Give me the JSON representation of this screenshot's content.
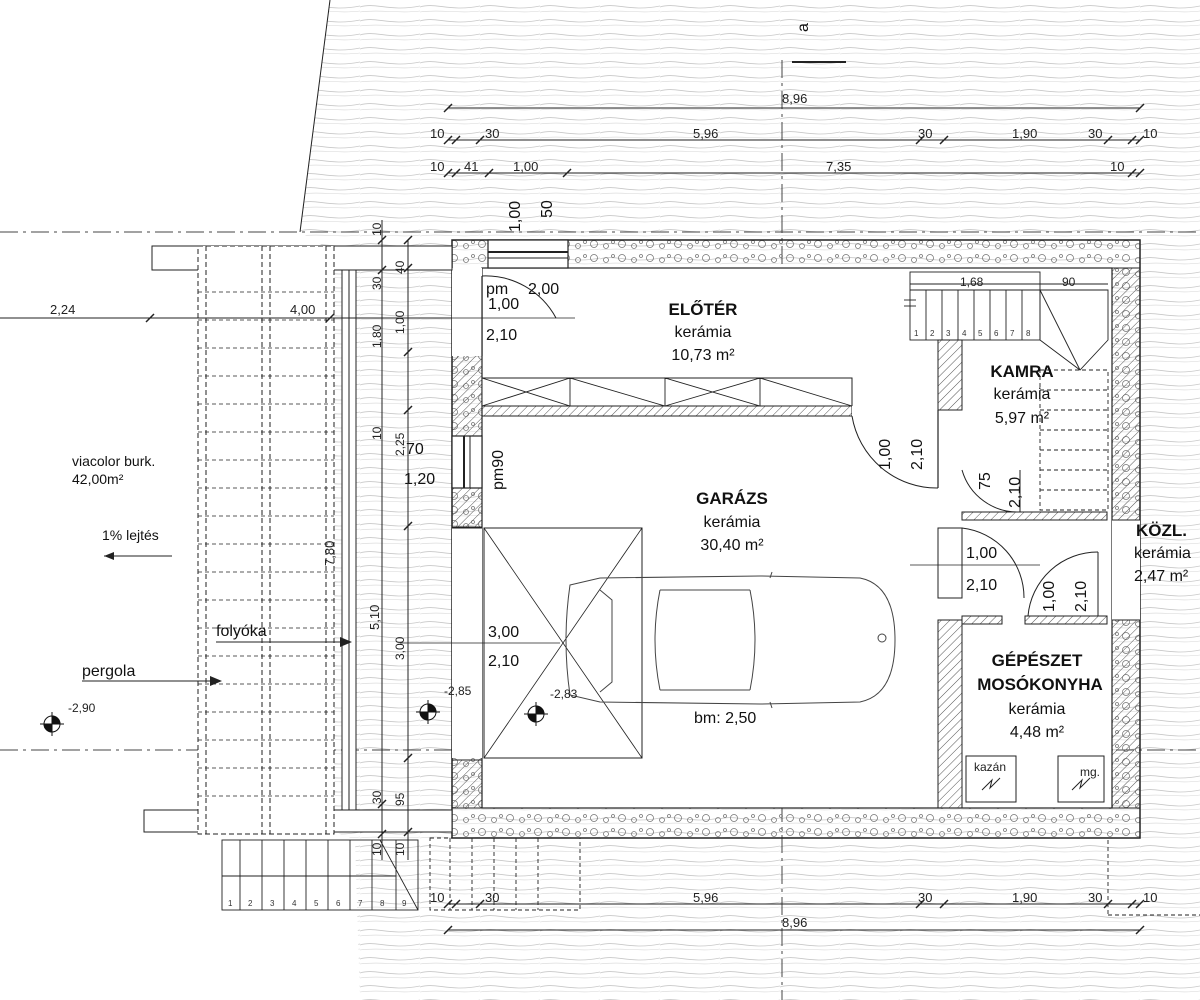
{
  "section_marker": "a",
  "dimensions": {
    "top_total": "8,96",
    "top_row2": [
      "10",
      "30",
      "5,96",
      "30",
      "1,90",
      "30",
      "10"
    ],
    "top_row3": [
      "10",
      "41",
      "1,00",
      "7,35",
      "10"
    ],
    "bottom_row": [
      "10",
      "30",
      "5,96",
      "30",
      "1,90",
      "30",
      "10"
    ],
    "bottom_total": "8,96",
    "left_vertical_outer": "7,80",
    "left_vertical_mid": "5,10",
    "left_vertical_inner": [
      "10",
      "30",
      "40",
      "1,00",
      "1,80",
      "10",
      "2,25",
      "3,00",
      "30",
      "95",
      "10",
      "10"
    ],
    "stair_top_widths": [
      "1,68",
      "90"
    ],
    "pergola_top": [
      "2,24",
      "4,00"
    ]
  },
  "rooms": {
    "eloter": {
      "name": "ELŐTÉR",
      "material": "kerámia",
      "area": "10,73 m²"
    },
    "garazs": {
      "name": "GARÁZS",
      "material": "kerámia",
      "area": "30,40 m²"
    },
    "kamra": {
      "name": "KAMRA",
      "material": "kerámia",
      "area": "5,97 m²"
    },
    "kozl": {
      "name": "KÖZL.",
      "material": "kerámia",
      "area": "2,47 m²"
    },
    "gepeszet": {
      "name1": "GÉPÉSZET",
      "name2": "MOSÓKONYHA",
      "material": "kerámia",
      "area": "4,48 m²"
    }
  },
  "openings": {
    "window_top_w": "1,00",
    "window_top_h": "50",
    "entry_pm": "pm",
    "entry_pm_value": "2,00",
    "entry_w": "1,00",
    "entry_h": "2,10",
    "window_left_w": "70",
    "window_left_h": "1,20",
    "window_left_pm": "pm90",
    "door_garage_w": "1,00",
    "door_garage_h": "2,10",
    "door_kamra_w": "75",
    "door_kamra_h": "2,10",
    "door_kozl_w": "1,00",
    "door_kozl_h": "2,10",
    "door_gep_w": "1,00",
    "door_gep_h": "2,10",
    "garage_door_w": "3,00",
    "garage_door_h": "2,10"
  },
  "labels": {
    "viacolor": "viacolor burk.",
    "viacolor_area": "42,00m²",
    "slope": "1% lejtés",
    "gutter": "folyóka",
    "pergola": "pergola",
    "level_outside": "-2,90",
    "level_entry": "-2,85",
    "level_garage": "-2,83",
    "bm": "bm: 2,50",
    "kazan": "kazán",
    "mg": "mg."
  },
  "stairs": {
    "top_steps": [
      "1",
      "2",
      "3",
      "4",
      "5",
      "6",
      "7",
      "8"
    ],
    "bottom_steps": [
      "1",
      "2",
      "3",
      "4",
      "5",
      "6",
      "7",
      "8",
      "9"
    ]
  }
}
